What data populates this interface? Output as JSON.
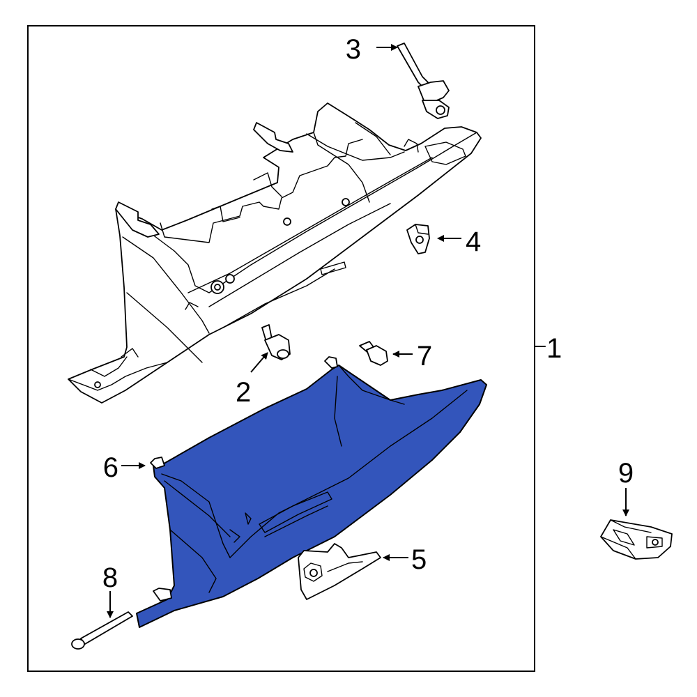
{
  "colors": {
    "highlight": "#3355bb",
    "line": "#000000",
    "background": "#ffffff"
  },
  "callouts": {
    "assembly": "1",
    "bumper": "2",
    "damper": "3",
    "bracket": "4",
    "latch": "5",
    "door": "6",
    "clip": "7",
    "pin": "8",
    "lamp": "9"
  }
}
